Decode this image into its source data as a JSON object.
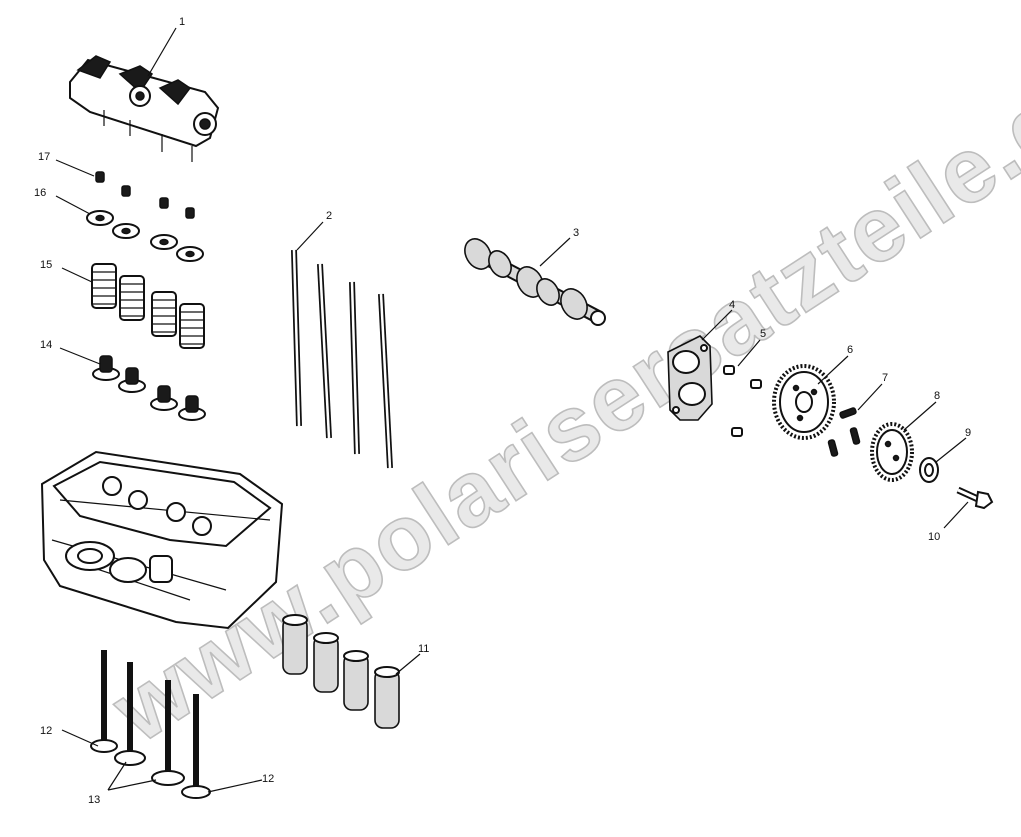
{
  "watermark": "www.polarisersatzteile.de",
  "callouts": [
    {
      "id": "c1",
      "label": "1"
    },
    {
      "id": "c2",
      "label": "2"
    },
    {
      "id": "c3",
      "label": "3"
    },
    {
      "id": "c4",
      "label": "4"
    },
    {
      "id": "c5",
      "label": "5"
    },
    {
      "id": "c6",
      "label": "6"
    },
    {
      "id": "c7",
      "label": "7"
    },
    {
      "id": "c8",
      "label": "8"
    },
    {
      "id": "c9",
      "label": "9"
    },
    {
      "id": "c10",
      "label": "10"
    },
    {
      "id": "c11",
      "label": "11"
    },
    {
      "id": "c12a",
      "label": "12"
    },
    {
      "id": "c12b",
      "label": "12"
    },
    {
      "id": "c13",
      "label": "13"
    },
    {
      "id": "c14",
      "label": "14"
    },
    {
      "id": "c15",
      "label": "15"
    },
    {
      "id": "c16",
      "label": "16"
    },
    {
      "id": "c17",
      "label": "17"
    }
  ]
}
